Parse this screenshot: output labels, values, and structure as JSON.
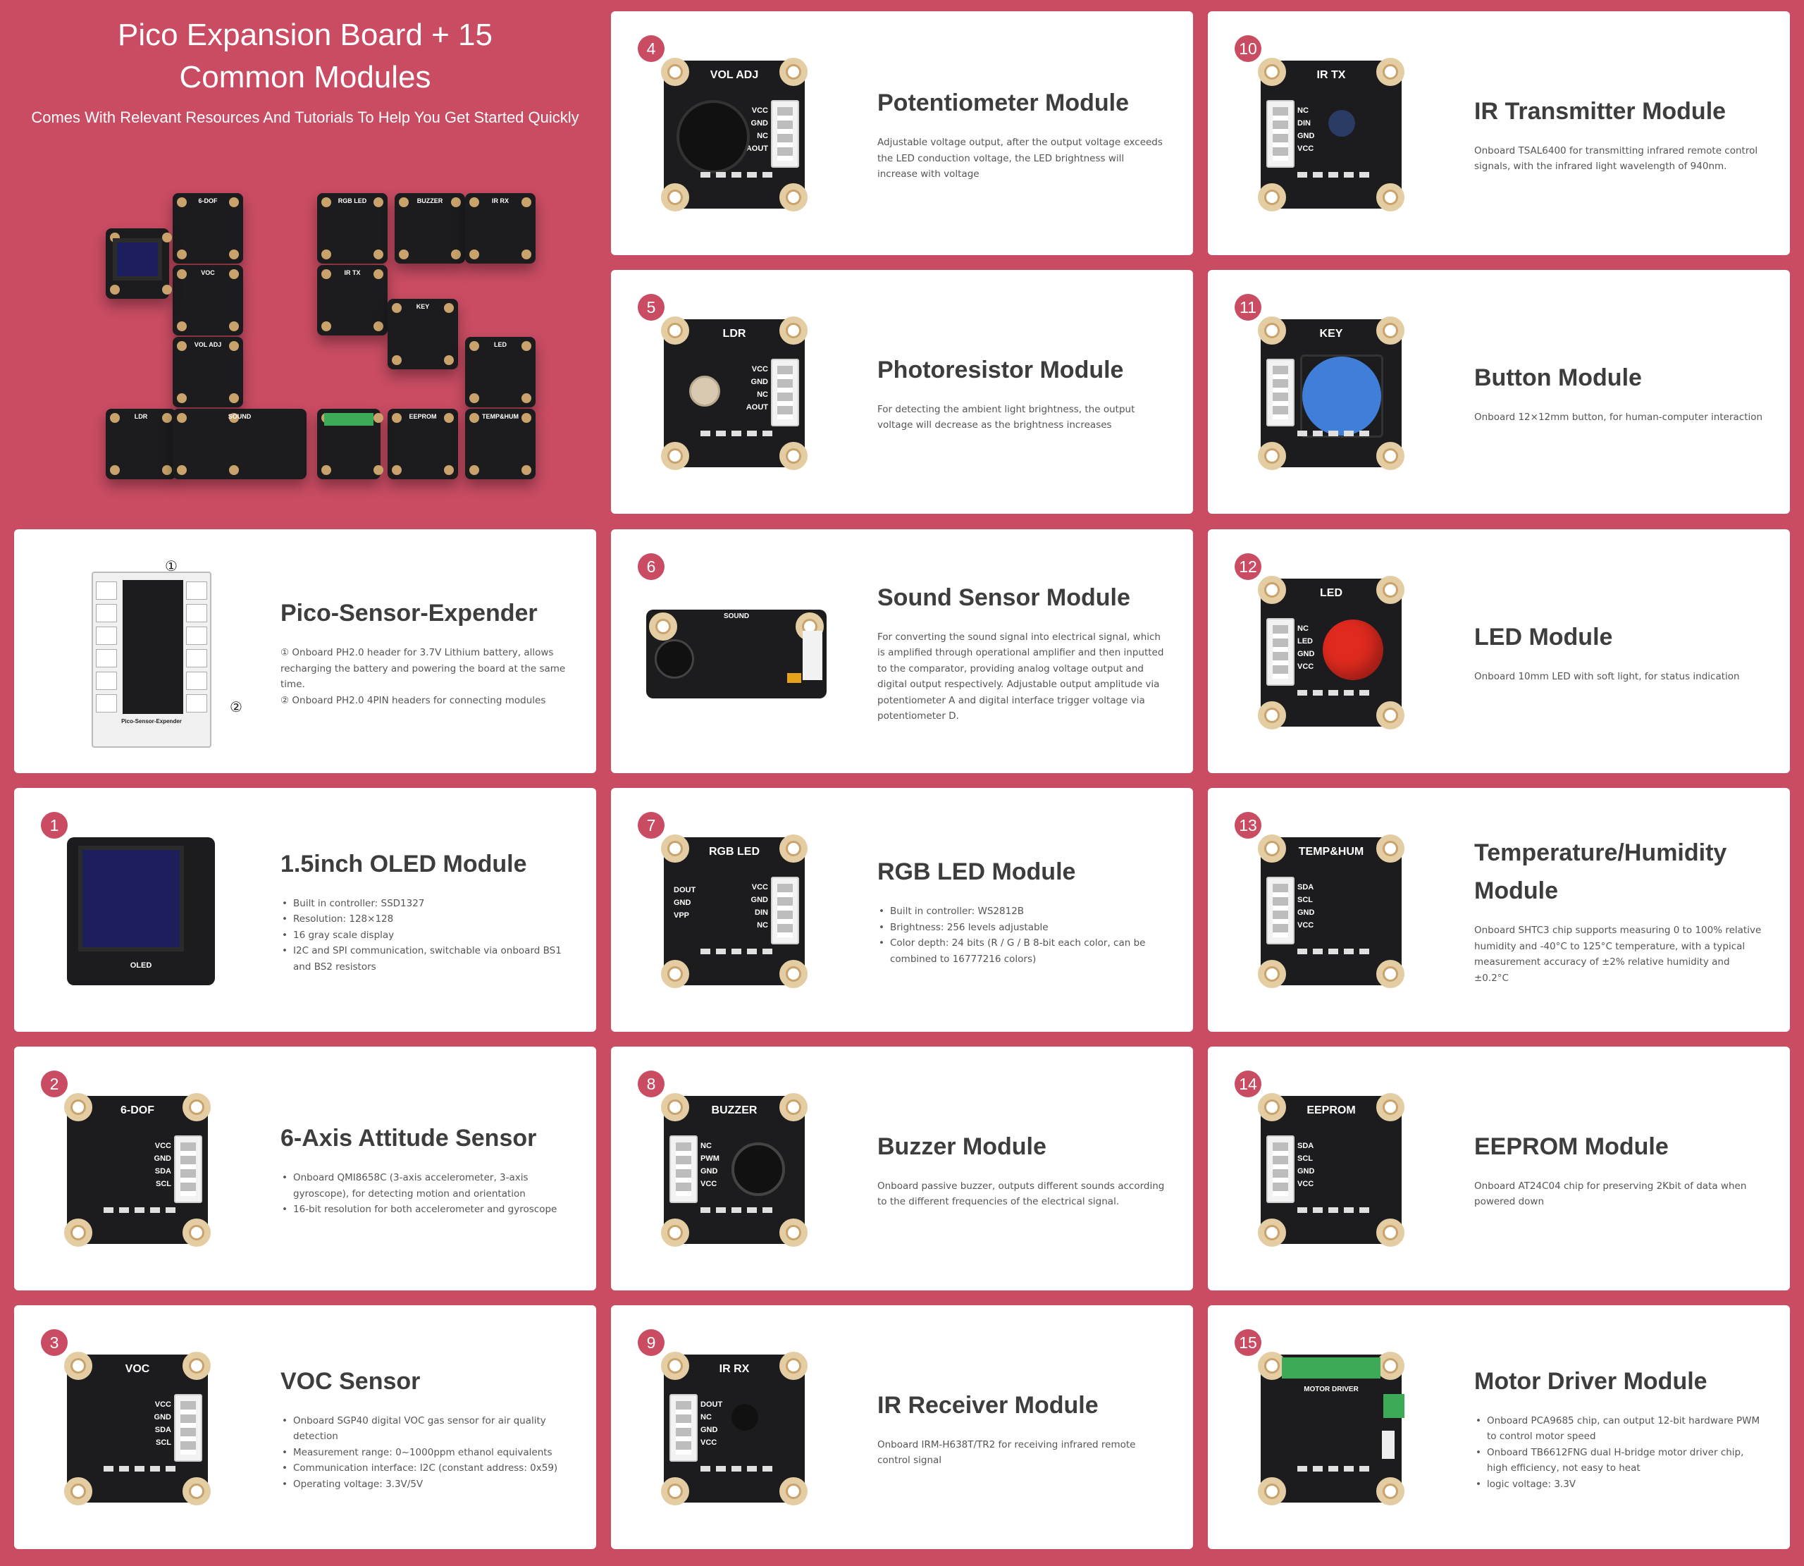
{
  "hero": {
    "title": "Pico Expansion Board + 15 Common Modules",
    "subtitle": "Comes With Relevant Resources And Tutorials To Help You Get Started Quickly",
    "mini_labels": [
      "6-DOF",
      "VOC",
      "VOL ADJ",
      "LDR",
      "SOUND",
      "RGB LED",
      "BUZZER",
      "IR RX",
      "IR TX",
      "KEY",
      "LED",
      "EEPROM",
      "TEMP&HUM"
    ]
  },
  "colors": {
    "background": "#c94c63",
    "badge": "#c94c63",
    "card": "#ffffff",
    "board": "#1c1c1e",
    "key_button": "#3f7fd9",
    "led_red": "#e02a1f"
  },
  "modules": [
    {
      "id": "expander",
      "badge": "",
      "title": "Pico-Sensor-Expender",
      "lines": [
        "① Onboard PH2.0 header for 3.7V Lithium battery, allows recharging the battery and powering the board at the same time.",
        "② Onboard PH2.0 4PIN headers for connecting modules"
      ],
      "list": false,
      "board_label": "Pico-Sensor-Expender",
      "callouts": [
        "①",
        "②"
      ]
    },
    {
      "id": "oled",
      "badge": "1",
      "title": "1.5inch OLED Module",
      "lines": [
        "Built in controller: SSD1327",
        "Resolution: 128×128",
        "16 gray scale display",
        "I2C and SPI communication, switchable via onboard BS1 and BS2 resistors"
      ],
      "list": true,
      "board_label": "OLED"
    },
    {
      "id": "6dof",
      "badge": "2",
      "title": "6-Axis Attitude Sensor",
      "lines": [
        "Onboard QMI8658C (3-axis accelerometer, 3-axis gyroscope), for detecting motion and orientation",
        "16-bit resolution for both accelerometer and gyroscope"
      ],
      "list": true,
      "board_label": "6-DOF",
      "pins": [
        "VCC",
        "GND",
        "SDA",
        "SCL"
      ]
    },
    {
      "id": "voc",
      "badge": "3",
      "title": "VOC Sensor",
      "lines": [
        "Onboard SGP40 digital VOC gas sensor for air quality detection",
        "Measurement range: 0~1000ppm ethanol equivalents",
        "Communication interface: I2C (constant address: 0x59)",
        "Operating voltage: 3.3V/5V"
      ],
      "list": true,
      "board_label": "VOC",
      "pins": [
        "VCC",
        "GND",
        "SDA",
        "SCL"
      ]
    },
    {
      "id": "pot",
      "badge": "4",
      "title": "Potentiometer Module",
      "lines": [
        "Adjustable voltage output, after the output voltage exceeds the LED conduction voltage, the LED brightness will increase with voltage"
      ],
      "list": false,
      "board_label": "VOL ADJ",
      "pins": [
        "VCC",
        "GND",
        "NC",
        "AOUT"
      ]
    },
    {
      "id": "ldr",
      "badge": "5",
      "title": "Photoresistor Module",
      "lines": [
        "For detecting the ambient light brightness, the output voltage will decrease as the brightness increases"
      ],
      "list": false,
      "board_label": "LDR",
      "pins": [
        "VCC",
        "GND",
        "NC",
        "AOUT"
      ]
    },
    {
      "id": "sound",
      "badge": "6",
      "title": "Sound Sensor Module",
      "lines": [
        "For converting the sound signal into electrical signal, which is amplified through operational amplifier and then inputted to the comparator, providing analog voltage output and digital output respectively. Adjustable output amplitude via potentiometer A and digital interface trigger voltage via potentiometer D."
      ],
      "list": false,
      "board_label": "SOUND"
    },
    {
      "id": "rgb",
      "badge": "7",
      "title": "RGB LED Module",
      "lines": [
        "Built in controller: WS2812B",
        "Brightness: 256 levels adjustable",
        "Color depth: 24 bits (R / G / B 8-bit each color, can be combined to 16777216 colors)"
      ],
      "list": true,
      "board_label": "RGB LED",
      "pins": [
        "VCC",
        "GND",
        "DIN",
        "NC"
      ],
      "left_pins": [
        "DOUT",
        "GND",
        "VPP"
      ]
    },
    {
      "id": "buzzer",
      "badge": "8",
      "title": "Buzzer Module",
      "lines": [
        "Onboard passive buzzer, outputs different sounds according to the different frequencies of the electrical signal."
      ],
      "list": false,
      "board_label": "BUZZER",
      "left_pins": [
        "NC",
        "PWM",
        "GND",
        "VCC"
      ]
    },
    {
      "id": "irrx",
      "badge": "9",
      "title": "IR Receiver Module",
      "lines": [
        "Onboard IRM-H638T/TR2 for receiving infrared remote control signal"
      ],
      "list": false,
      "board_label": "IR RX",
      "left_pins": [
        "DOUT",
        "NC",
        "GND",
        "VCC"
      ]
    },
    {
      "id": "irtx",
      "badge": "10",
      "title": "IR Transmitter Module",
      "lines": [
        "Onboard TSAL6400 for transmitting infrared remote control signals, with the infrared light wavelength of 940nm."
      ],
      "list": false,
      "board_label": "IR TX",
      "left_pins": [
        "NC",
        "DIN",
        "GND",
        "VCC"
      ]
    },
    {
      "id": "key",
      "badge": "11",
      "title": "Button Module",
      "lines": [
        "Onboard 12×12mm button, for human-computer interaction"
      ],
      "list": false,
      "board_label": "KEY"
    },
    {
      "id": "led",
      "badge": "12",
      "title": "LED Module",
      "lines": [
        "Onboard 10mm LED with soft light, for status indication"
      ],
      "list": false,
      "board_label": "LED",
      "left_pins": [
        "NC",
        "LED",
        "GND",
        "VCC"
      ]
    },
    {
      "id": "temphum",
      "badge": "13",
      "title": "Temperature/Humidity Module",
      "lines": [
        "Onboard SHTC3 chip supports measuring 0 to 100% relative humidity and -40°C to 125°C temperature, with a typical measurement accuracy of ±2% relative humidity and ±0.2°C"
      ],
      "list": false,
      "board_label": "TEMP&HUM",
      "left_pins": [
        "SDA",
        "SCL",
        "GND",
        "VCC"
      ]
    },
    {
      "id": "eeprom",
      "badge": "14",
      "title": "EEPROM Module",
      "lines": [
        "Onboard AT24C04 chip for preserving 2Kbit of data when powered down"
      ],
      "list": false,
      "board_label": "EEPROM",
      "left_pins": [
        "SDA",
        "SCL",
        "GND",
        "VCC"
      ]
    },
    {
      "id": "motor",
      "badge": "15",
      "title": "Motor Driver Module",
      "lines": [
        "Onboard PCA9685 chip, can output 12-bit hardware PWM to control motor speed",
        "Onboard TB6612FNG dual H-bridge motor driver chip, high efficiency, not easy to heat",
        "logic voltage: 3.3V"
      ],
      "list": true,
      "board_label": "MOTOR DRIVER"
    }
  ]
}
